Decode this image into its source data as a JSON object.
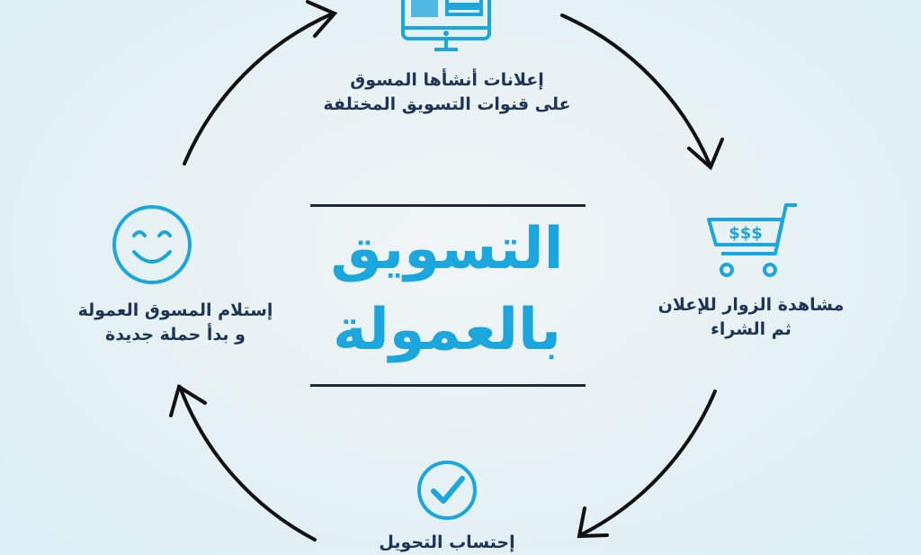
{
  "title": {
    "line1": "التسويق",
    "line2": "بالعمولة"
  },
  "steps": [
    {
      "icon": "monitor-icon",
      "line1": "إعلانات أنشأها المسوق",
      "line2": "على قنوات التسويق المختلفة"
    },
    {
      "icon": "shopping-cart-icon",
      "cart_label": "$$$",
      "line1": "مشاهدة الزوار للإعلان",
      "line2": "ثم الشراء"
    },
    {
      "icon": "checkmark-circle-icon",
      "line1": "إحتساب التحويل"
    },
    {
      "icon": "smiley-icon",
      "line1": "إستلام المسوق العمولة",
      "line2": "و بدأ حملة جديدة"
    }
  ],
  "colors": {
    "accent": "#1ca6de",
    "text": "#1d3557",
    "arrow": "#111111",
    "background": "#e6f1f5"
  }
}
